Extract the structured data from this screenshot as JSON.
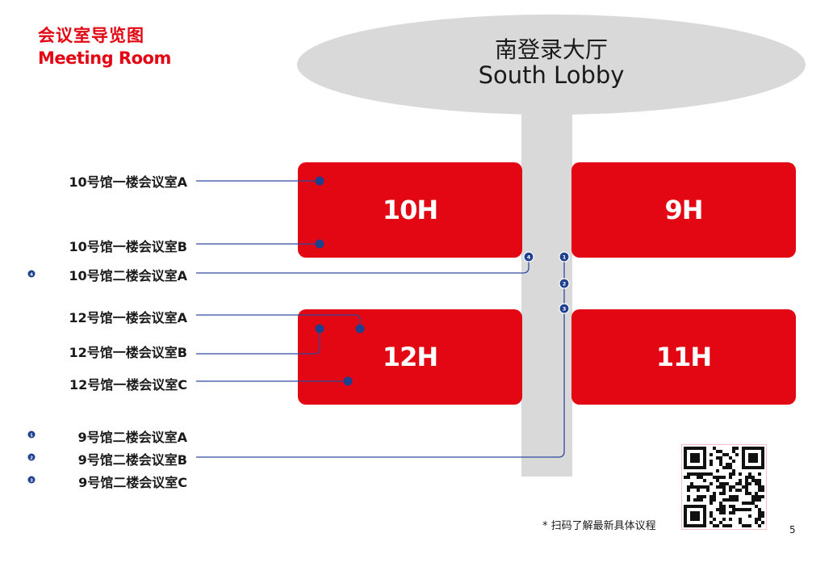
{
  "header": {
    "title_cn": "会议室导览图",
    "title_en": "Meeting Room"
  },
  "lobby": {
    "name_cn": "南登录大厅",
    "name_en": "South Lobby"
  },
  "halls": {
    "h10": "10H",
    "h9": "9H",
    "h12": "12H",
    "h11": "11H"
  },
  "rooms": {
    "r10_1a": "10号馆一楼会议室A",
    "r10_1b": "10号馆一楼会议室B",
    "r10_2a": "10号馆二楼会议室A",
    "r12_1a": "12号馆一楼会议室A",
    "r12_1b": "12号馆一楼会议室B",
    "r12_1c": "12号馆一楼会议室C",
    "r9_2a": "9号馆二楼会议室A",
    "r9_2b": "9号馆二楼会议室B",
    "r9_2c": "9号馆二楼会议室C"
  },
  "markers": [
    "1",
    "2",
    "3",
    "4"
  ],
  "qr_note": "* 扫码了解最新具体议程",
  "page_number": "5",
  "colors": {
    "brand_red": "#e30613",
    "line_blue": "#2f4a9e",
    "dot_blue": "#1f3f8f",
    "lobby_gray": "#d9d9d9"
  }
}
